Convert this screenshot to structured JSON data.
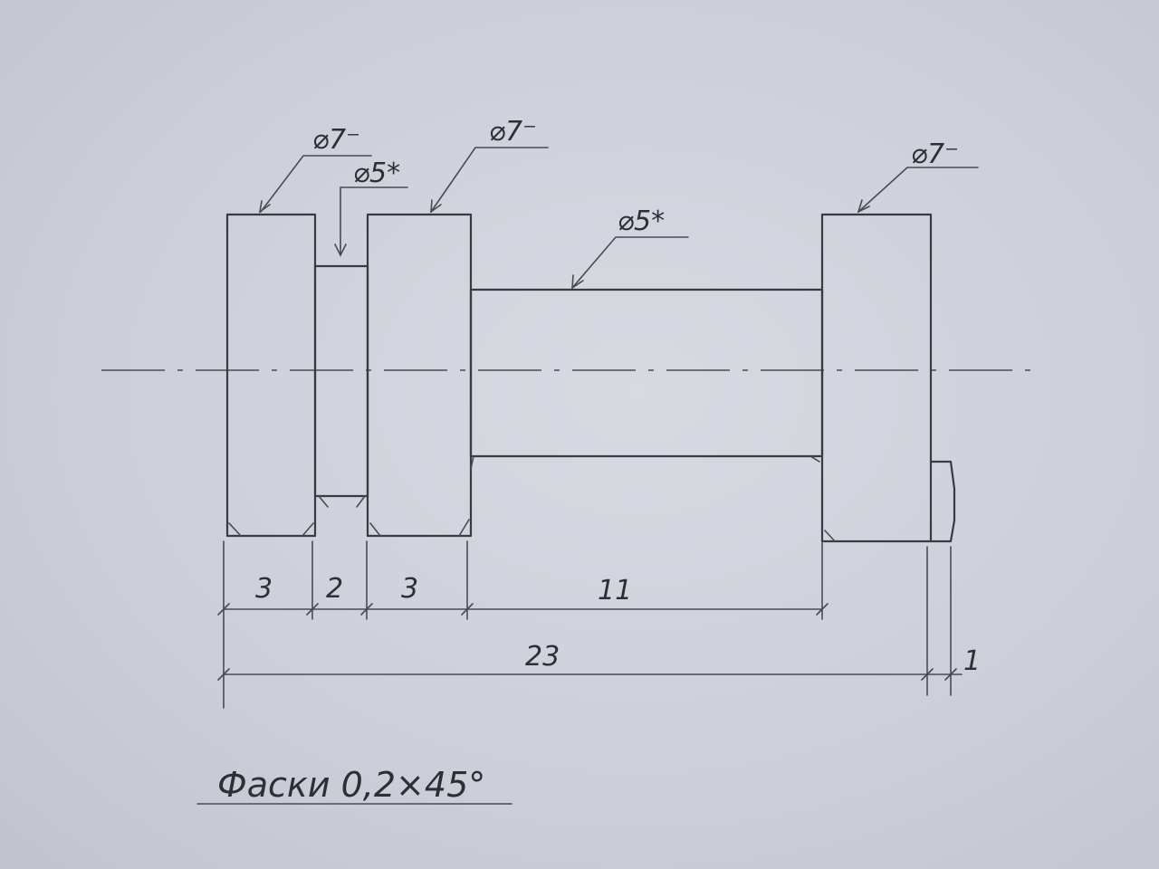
{
  "callouts": {
    "c1": "⌀7⁻",
    "c2": "⌀5*",
    "c3": "⌀7⁻",
    "c4": "⌀5*",
    "c5": "⌀7⁻"
  },
  "dimensions": {
    "seg1": "3",
    "seg2": "2",
    "seg3": "3",
    "seg4": "11",
    "total": "23",
    "end": "1"
  },
  "note": "Фаски 0,2×45°",
  "colors": {
    "ink": "#3a3b40",
    "paper": "#d3d4dc"
  }
}
